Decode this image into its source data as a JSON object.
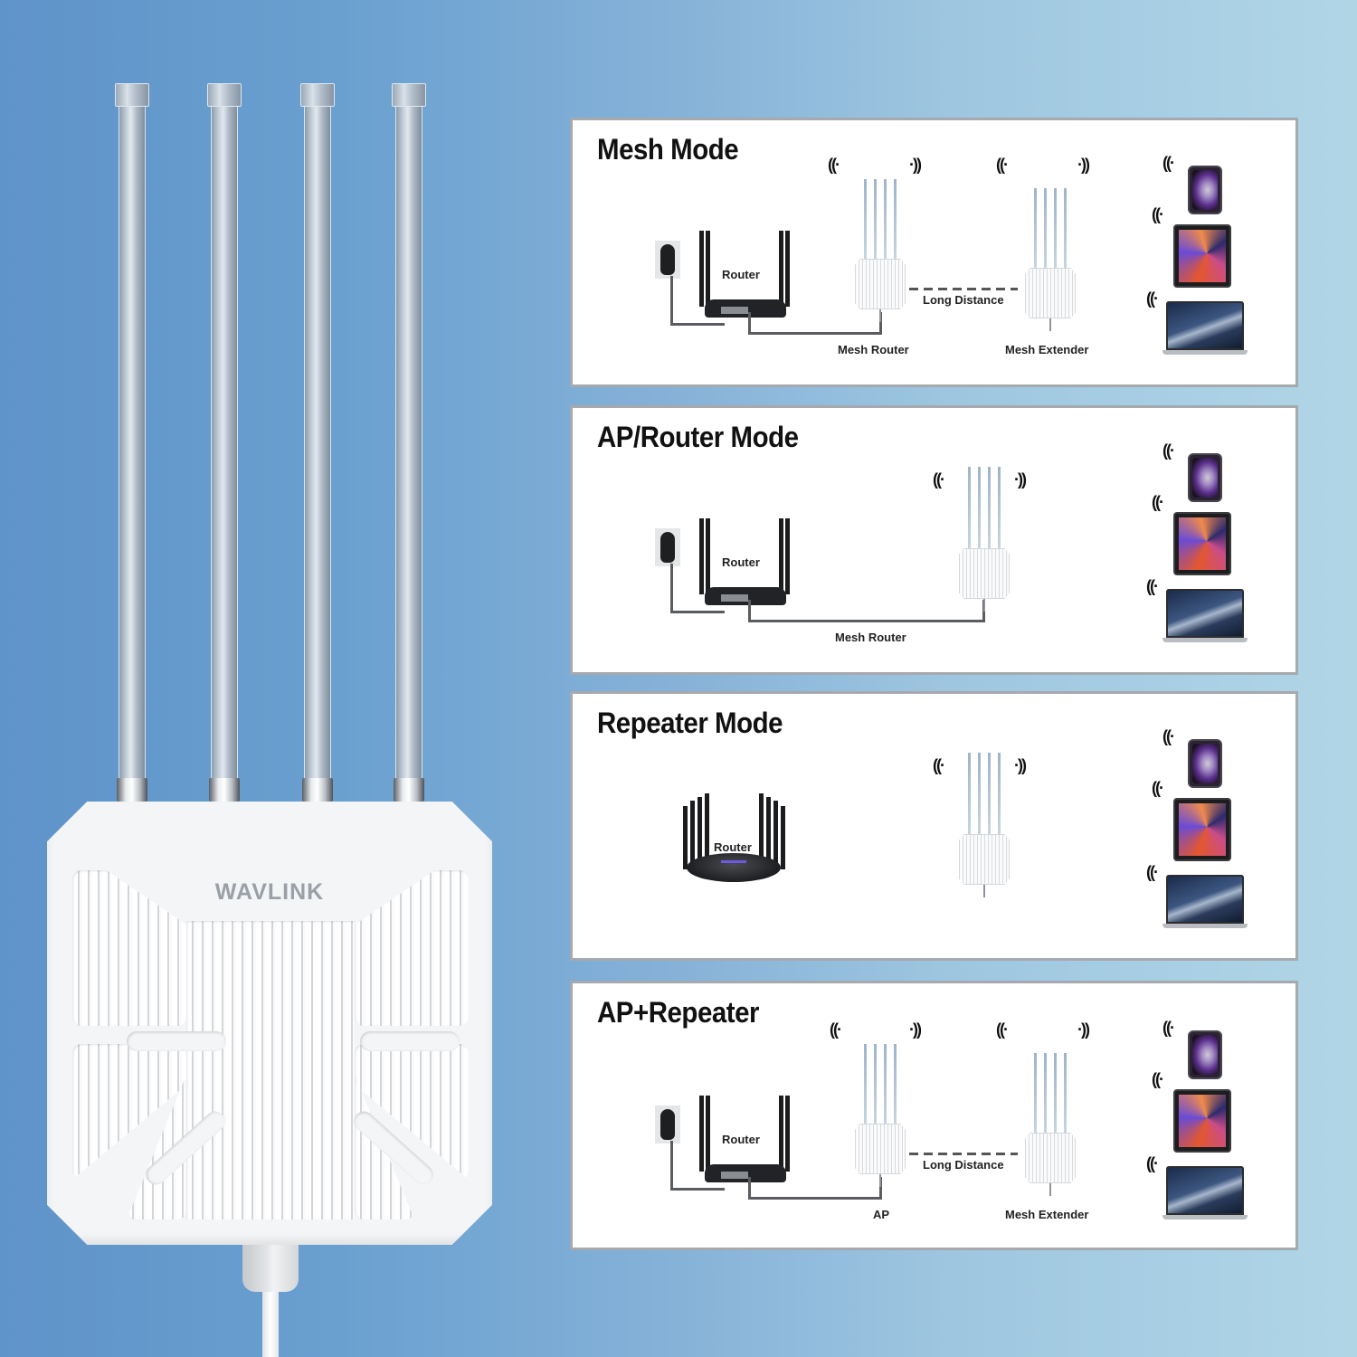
{
  "product": {
    "brand_logo": "WAVLINK",
    "antenna_count": 4,
    "colors": {
      "background_left": "#5f93c9",
      "background_right": "#b0d6e6",
      "device_body": "#f3f5f7",
      "card_border": "#a6a9ad"
    }
  },
  "modes": [
    {
      "title": "Mesh Mode",
      "labels": {
        "router": "Router",
        "device1": "Mesh Router",
        "link": "Long Distance",
        "device2": "Mesh Extender"
      },
      "clients": [
        "phone",
        "tablet",
        "laptop"
      ]
    },
    {
      "title": "AP/Router Mode",
      "labels": {
        "router": "Router",
        "device1": "Mesh Router"
      },
      "clients": [
        "phone",
        "tablet",
        "laptop"
      ]
    },
    {
      "title": "Repeater Mode",
      "labels": {
        "router": "Router"
      },
      "clients": [
        "phone",
        "tablet",
        "laptop"
      ]
    },
    {
      "title": "AP+Repeater",
      "labels": {
        "router": "Router",
        "device1": "AP",
        "link": "Long Distance",
        "device2": "Mesh Extender"
      },
      "clients": [
        "phone",
        "tablet",
        "laptop"
      ]
    }
  ],
  "icons": {
    "wifi_left": "((·",
    "wifi_right": "·))",
    "wifi_client": "((·"
  }
}
